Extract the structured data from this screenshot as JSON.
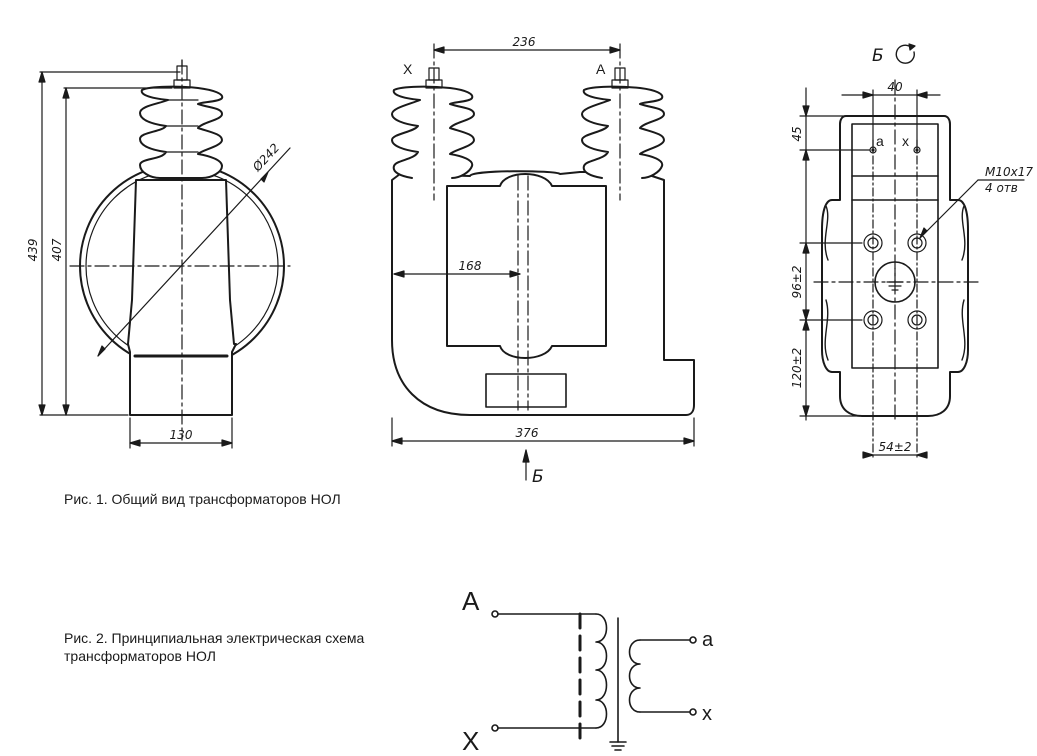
{
  "fig1": {
    "caption": "Рис. 1. Общий вид трансформаторов НОЛ",
    "front": {
      "dim_height_total": "439",
      "dim_height_body": "407",
      "dim_diameter": "Ø242",
      "dim_width": "130"
    },
    "side": {
      "terminal_left": "X",
      "terminal_right": "A",
      "dim_spacing": "236",
      "dim_core": "168",
      "dim_length": "376",
      "view_arrow": "Б"
    },
    "bottom": {
      "view_title": "Б",
      "dim_top": "40",
      "dim_45": "45",
      "terminal_a": "a",
      "terminal_x": "x",
      "hole_spec_1": "M10x17",
      "hole_spec_2": "4 отв",
      "dim_96": "96±2",
      "dim_120": "120±2",
      "dim_54": "54±2"
    }
  },
  "fig2": {
    "caption_line1": "Рис. 2. Принципиальная электрическая схема",
    "caption_line2": "трансформаторов НОЛ",
    "primary_top": "A",
    "primary_bottom": "X",
    "secondary_top": "a",
    "secondary_bottom": "x"
  }
}
